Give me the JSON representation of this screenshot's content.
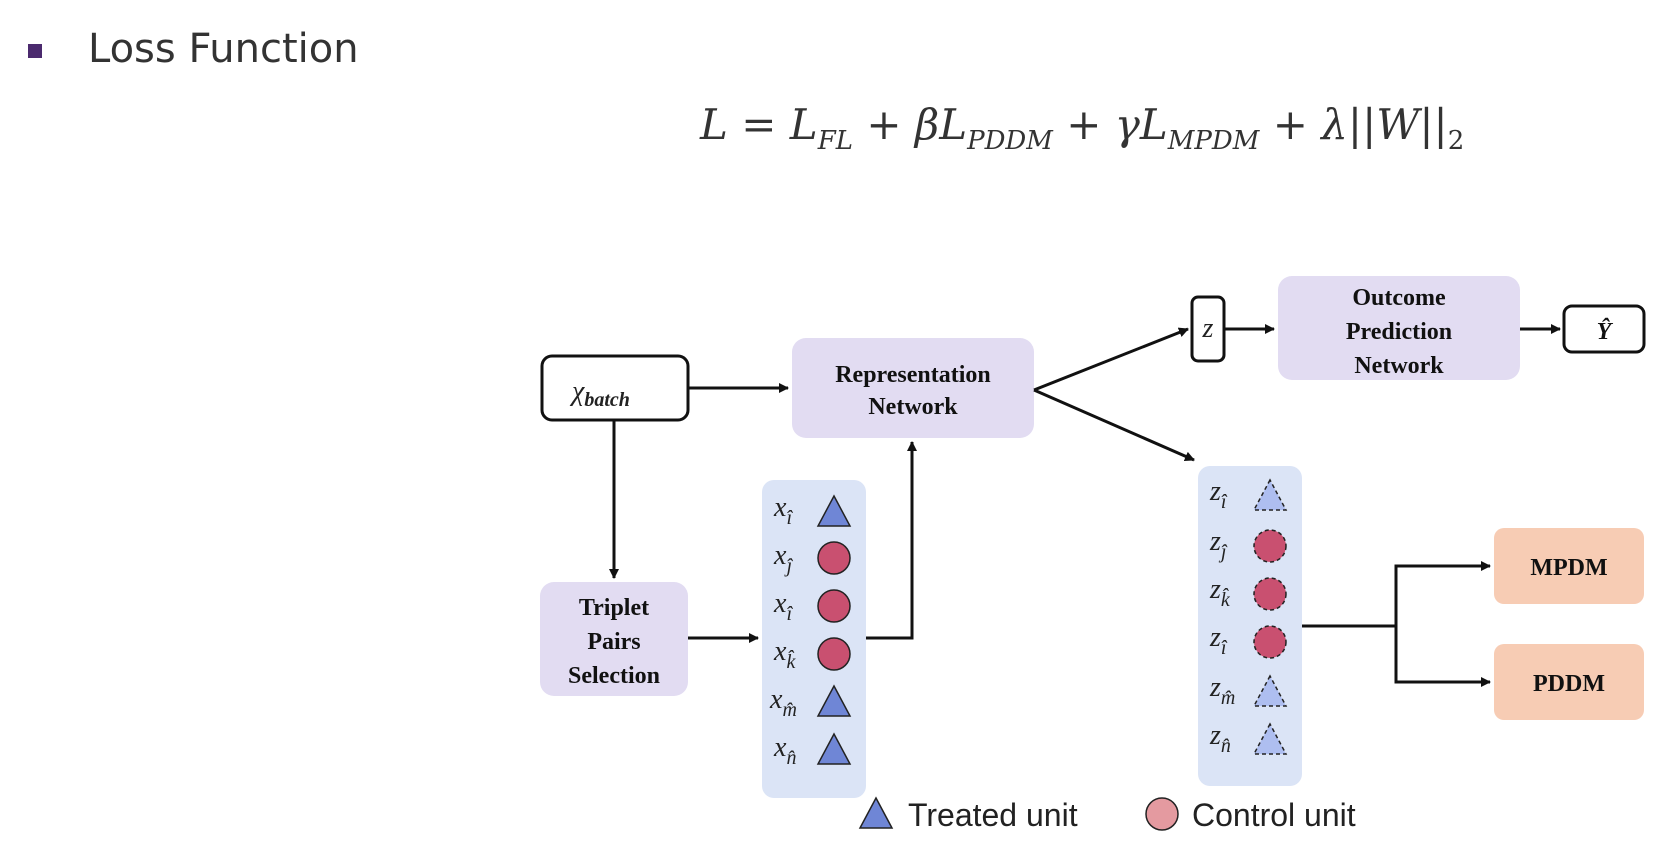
{
  "slide": {
    "title": "Loss Function"
  },
  "formula": {
    "L": "L",
    "eq": " = ",
    "LFL": "L",
    "LFL_sub": "FL",
    "plus1": " + ",
    "beta": "β",
    "LPDDM": "L",
    "LPDDM_sub": "PDDM",
    "plus2": " + ",
    "gamma": "γ",
    "LMPDM": "L",
    "LMPDM_sub": "MPDM",
    "plus3": " + ",
    "lambda": "λ",
    "norm": "||W||",
    "norm_sub": "2"
  },
  "diagram": {
    "x_batch": "χ",
    "x_batch_sub": "batch",
    "triplet": [
      "Triplet",
      "Pairs",
      "Selection"
    ],
    "representation": [
      "Representation",
      "Network"
    ],
    "outcome": [
      "Outcome",
      "Prediction",
      "Network"
    ],
    "z": "z",
    "yhat": "Ŷ",
    "mpdm": "MPDM",
    "pddm": "PDDM",
    "x_items": [
      "x",
      "x",
      "x",
      "x",
      "x",
      "x"
    ],
    "x_subs": [
      "î",
      "ĵ",
      "î",
      "k̂",
      "m̂",
      "n̂"
    ],
    "z_items": [
      "z",
      "z",
      "z",
      "z",
      "z",
      "z"
    ],
    "z_subs": [
      "î",
      "ĵ",
      "k̂",
      "î",
      "m̂",
      "n̂"
    ],
    "legend_treated": "Treated unit",
    "legend_control": "Control unit"
  },
  "colors": {
    "box_purple": "#e2dcf2",
    "box_orange": "#f7ccb4",
    "triangle": "#6f86d6",
    "circle": "#c95070",
    "bullet": "#4b2a6e"
  }
}
